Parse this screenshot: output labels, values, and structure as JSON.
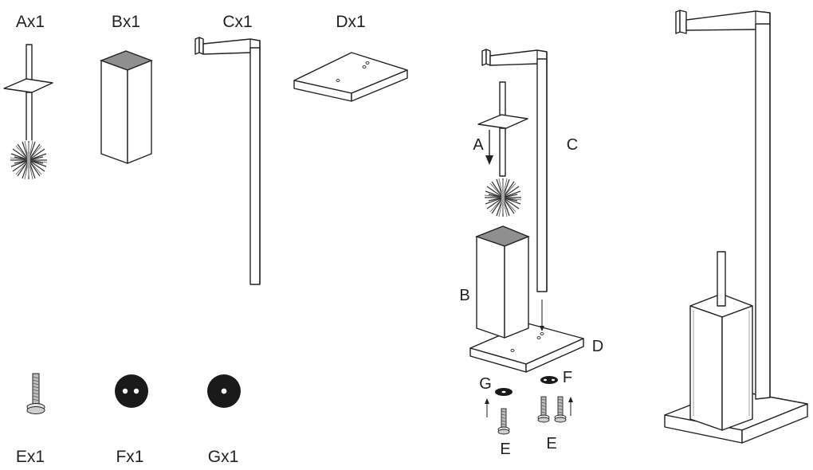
{
  "parts": {
    "A": {
      "label": "Ax1"
    },
    "B": {
      "label": "Bx1"
    },
    "C": {
      "label": "Cx1"
    },
    "D": {
      "label": "Dx1"
    },
    "E": {
      "label": "Ex1"
    },
    "F": {
      "label": "Fx1"
    },
    "G": {
      "label": "Gx1"
    }
  },
  "assembly": {
    "labels": {
      "A": "A",
      "B": "B",
      "C": "C",
      "D": "D",
      "G": "G",
      "F": "F",
      "E_left": "E",
      "E_right": "E"
    }
  },
  "colors": {
    "line": "#222222",
    "cap_gray": "#8f8f8f",
    "bristle": "#444444",
    "washer_dark": "#1a1a1a"
  }
}
